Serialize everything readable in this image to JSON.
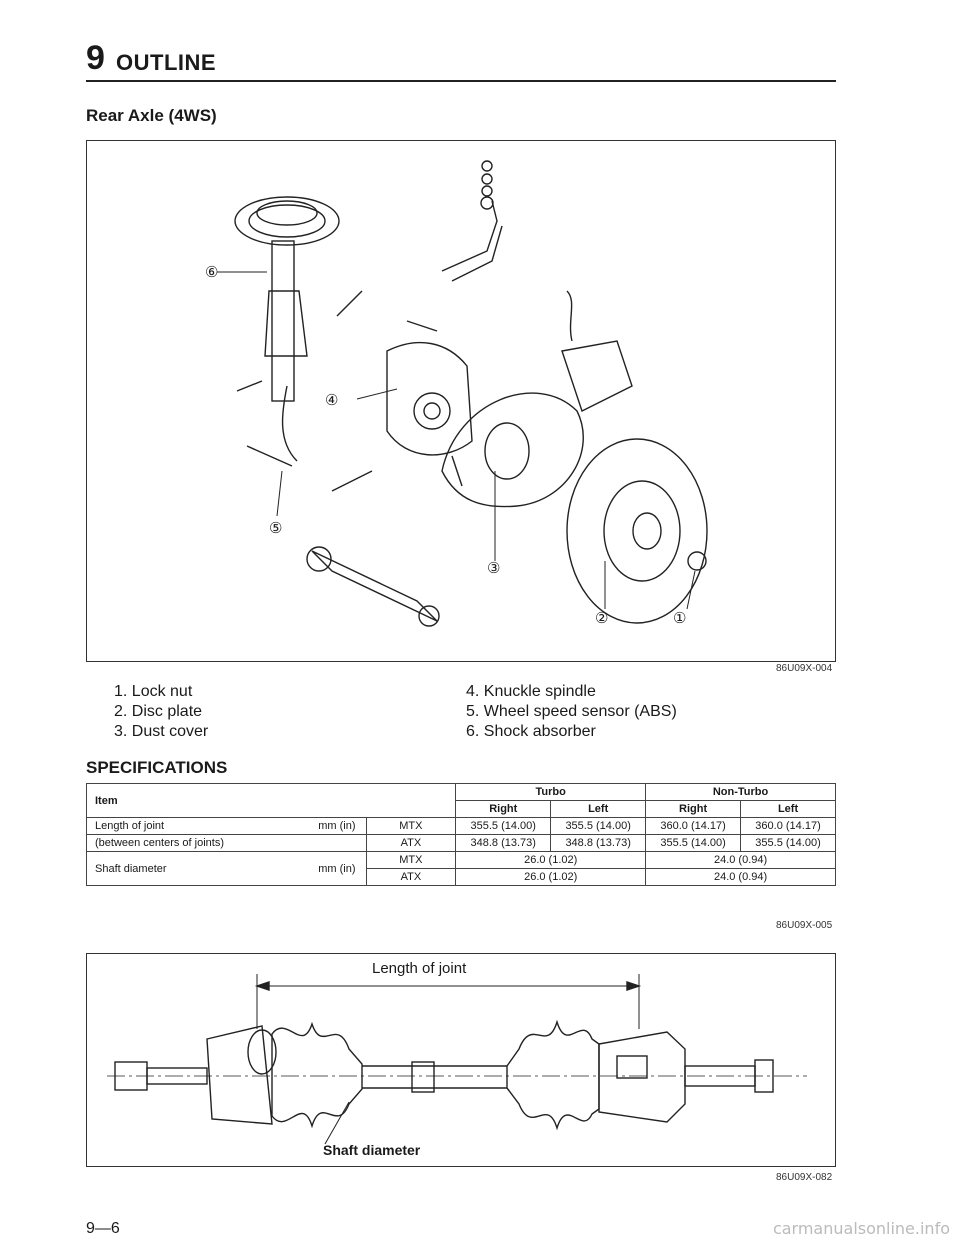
{
  "header": {
    "chapter_number": "9",
    "chapter_title": "OUTLINE"
  },
  "section_title": "Rear Axle (4WS)",
  "figure1": {
    "code": "86U09X-004",
    "callouts": [
      "①",
      "②",
      "③",
      "④",
      "⑤",
      "⑥"
    ]
  },
  "legend": {
    "left": [
      "1. Lock nut",
      "2. Disc plate",
      "3. Dust cover"
    ],
    "right": [
      "4. Knuckle spindle",
      "5. Wheel speed sensor (ABS)",
      "6. Shock absorber"
    ]
  },
  "specs": {
    "title": "SPECIFICATIONS",
    "header": {
      "item": "Item",
      "turbo": "Turbo",
      "non_turbo": "Non-Turbo",
      "right": "Right",
      "left": "Left"
    },
    "rows": [
      {
        "item": "Length of joint",
        "item2": "(between centers of joints)",
        "unit": "mm (in)",
        "sub": [
          {
            "trans": "MTX",
            "values": [
              "355.5 (14.00)",
              "355.5 (14.00)",
              "360.0 (14.17)",
              "360.0 (14.17)"
            ]
          },
          {
            "trans": "ATX",
            "values": [
              "348.8 (13.73)",
              "348.8 (13.73)",
              "355.5 (14.00)",
              "355.5 (14.00)"
            ]
          }
        ]
      },
      {
        "item": "Shaft diameter",
        "unit": "mm (in)",
        "sub": [
          {
            "trans": "MTX",
            "turbo": "26.0 (1.02)",
            "non_turbo": "24.0 (0.94)"
          },
          {
            "trans": "ATX",
            "turbo": "26.0 (1.02)",
            "non_turbo": "24.0 (0.94)"
          }
        ]
      }
    ],
    "code": "86U09X-005"
  },
  "figure2": {
    "label_length": "Length of joint",
    "label_shaft": "Shaft diameter",
    "code": "86U09X-082"
  },
  "page_number": "9—6",
  "watermark": "carmanualsonline.info"
}
